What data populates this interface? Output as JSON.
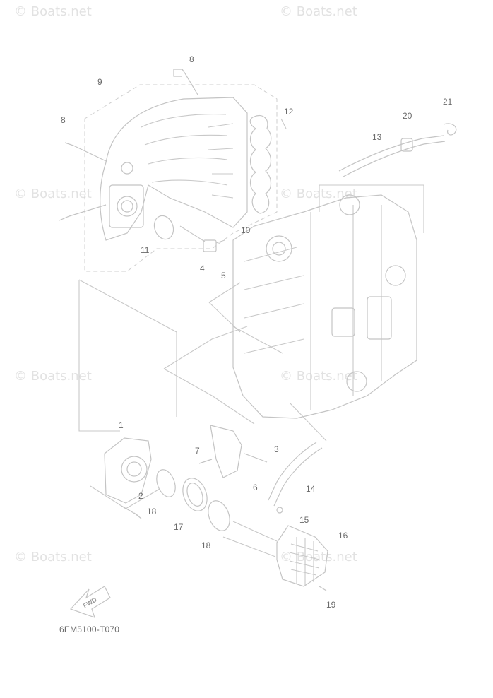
{
  "watermark": "© Boats.net",
  "plate_code": "6EM5100-T070",
  "fwd_label": "FWD",
  "callouts": [
    "1",
    "2",
    "3",
    "4",
    "5",
    "6",
    "7",
    "8",
    "8",
    "9",
    "10",
    "11",
    "12",
    "13",
    "14",
    "15",
    "16",
    "17",
    "18",
    "18",
    "19",
    "20",
    "21"
  ],
  "colors": {
    "line": "#c8c8c8",
    "text": "#6a6a6a",
    "watermark": "#e2e2e2"
  }
}
